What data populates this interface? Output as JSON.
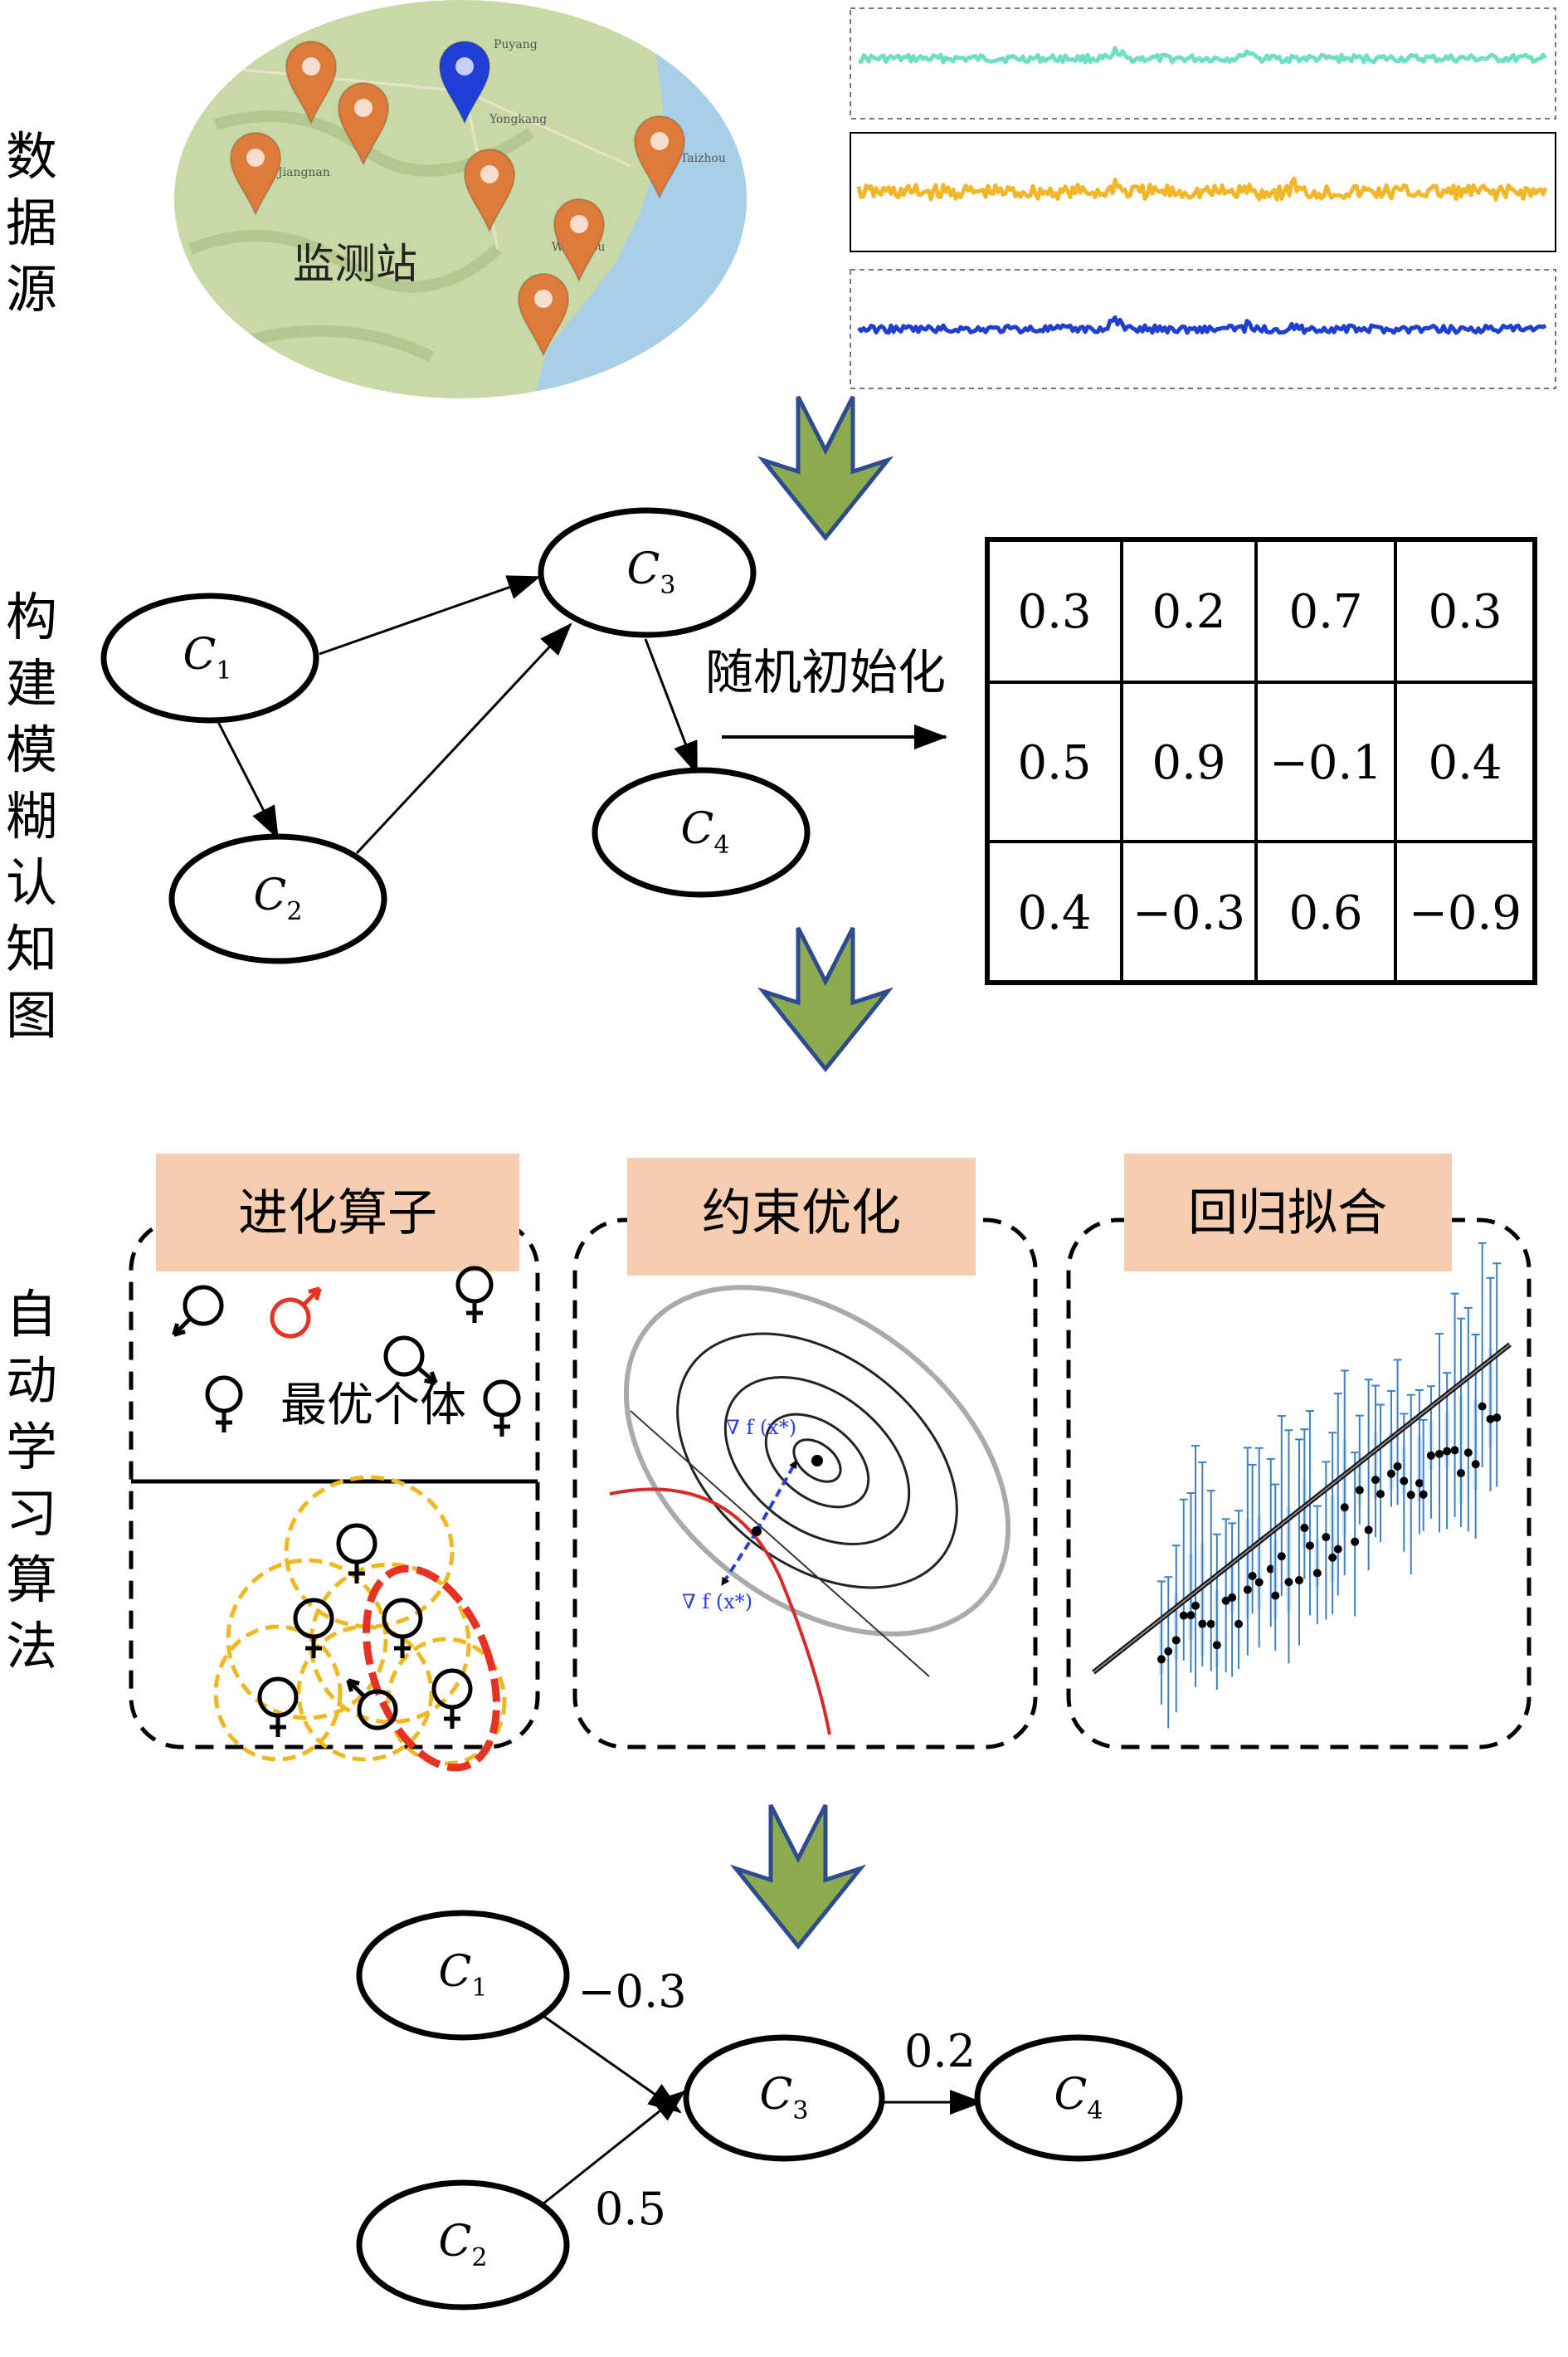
{
  "colors": {
    "arrow_fill": "#8cab4f",
    "arrow_stroke": "#2f4b8f",
    "map_land": "#c8d9a8",
    "map_water": "#a9cfe6",
    "pin_orange": "#de7a3a",
    "pin_blue": "#1f3fd6",
    "series": [
      "#6ee0c2",
      "#f2b62a",
      "#1e3fcf"
    ],
    "label_box": "#f5cdb0",
    "red": "#e53222",
    "gold": "#f0b820",
    "blue_err": "#3b7fc4"
  },
  "section_labels": {
    "data_source": [
      "数",
      "据",
      "源"
    ],
    "build_fcm": [
      "构",
      "建",
      "模",
      "糊",
      "认",
      "知",
      "图"
    ],
    "auto_learn": [
      "自",
      "动",
      "学",
      "习",
      "算",
      "法"
    ]
  },
  "map": {
    "station_label": "监测站",
    "place_names": [
      "Puyang",
      "Yongkang",
      "Jiangnan",
      "Wenzhou",
      "Taizhou"
    ]
  },
  "fcm": {
    "nodes": {
      "c1": {
        "base": "C",
        "sub": "1"
      },
      "c2": {
        "base": "C",
        "sub": "2"
      },
      "c3": {
        "base": "C",
        "sub": "3"
      },
      "c4": {
        "base": "C",
        "sub": "4"
      }
    },
    "init_label": "随机初始化"
  },
  "matrix": [
    [
      "0.3",
      "0.2",
      "0.7",
      "0.3"
    ],
    [
      "0.5",
      "0.9",
      "−0.1",
      "0.4"
    ],
    [
      "0.4",
      "−0.3",
      "0.6",
      "−0.9"
    ]
  ],
  "algorithms": {
    "evolution": {
      "title": "进化算子",
      "best_label": "最优个体"
    },
    "constraint": {
      "title": "约束优化",
      "grad1": "∇ f (x*)",
      "grad2": "∇ f (x*)"
    },
    "regression": {
      "title": "回归拟合"
    }
  },
  "result": {
    "nodes": {
      "c1": {
        "base": "C",
        "sub": "1"
      },
      "c2": {
        "base": "C",
        "sub": "2"
      },
      "c3": {
        "base": "C",
        "sub": "3"
      },
      "c4": {
        "base": "C",
        "sub": "4"
      }
    },
    "weights": {
      "c1_c3": "−0.3",
      "c2_c3": "0.5",
      "c3_c4": "0.2"
    }
  }
}
